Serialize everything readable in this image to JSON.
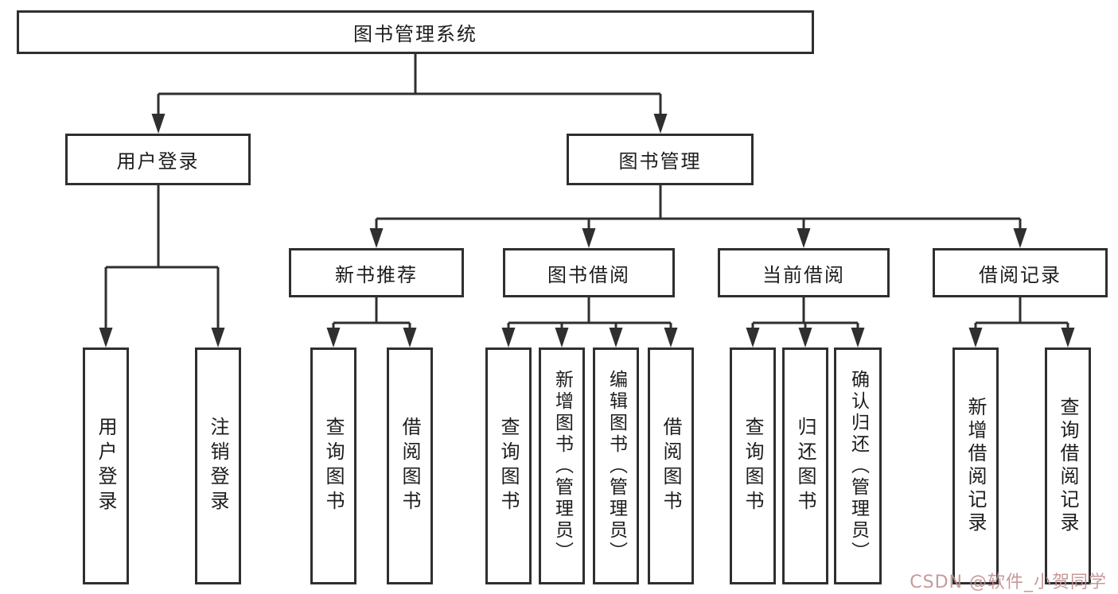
{
  "tree": {
    "label": "图书管理系统",
    "children": [
      {
        "label": "用户登录",
        "children": [
          {
            "label": "用户登录"
          },
          {
            "label": "注销登录"
          }
        ]
      },
      {
        "label": "图书管理",
        "children": [
          {
            "label": "新书推荐",
            "children": [
              {
                "label": "查询图书"
              },
              {
                "label": "借阅图书"
              }
            ]
          },
          {
            "label": "图书借阅",
            "children": [
              {
                "label": "查询图书"
              },
              {
                "label": "新增图书（管理员）"
              },
              {
                "label": "编辑图书（管理员）"
              },
              {
                "label": "借阅图书"
              }
            ]
          },
          {
            "label": "当前借阅",
            "children": [
              {
                "label": "查询图书"
              },
              {
                "label": "归还图书"
              },
              {
                "label": "确认归还（管理员）"
              }
            ]
          },
          {
            "label": "借阅记录",
            "children": [
              {
                "label": "新增借阅记录"
              },
              {
                "label": "查询借阅记录"
              }
            ]
          }
        ]
      }
    ]
  },
  "watermark": {
    "text": "CSDN @软件_小贺同学"
  },
  "colors": {
    "line": "#2f2f2f",
    "box_background": "#ffffff",
    "text": "#1c1c1c",
    "watermark": "#c09090"
  }
}
